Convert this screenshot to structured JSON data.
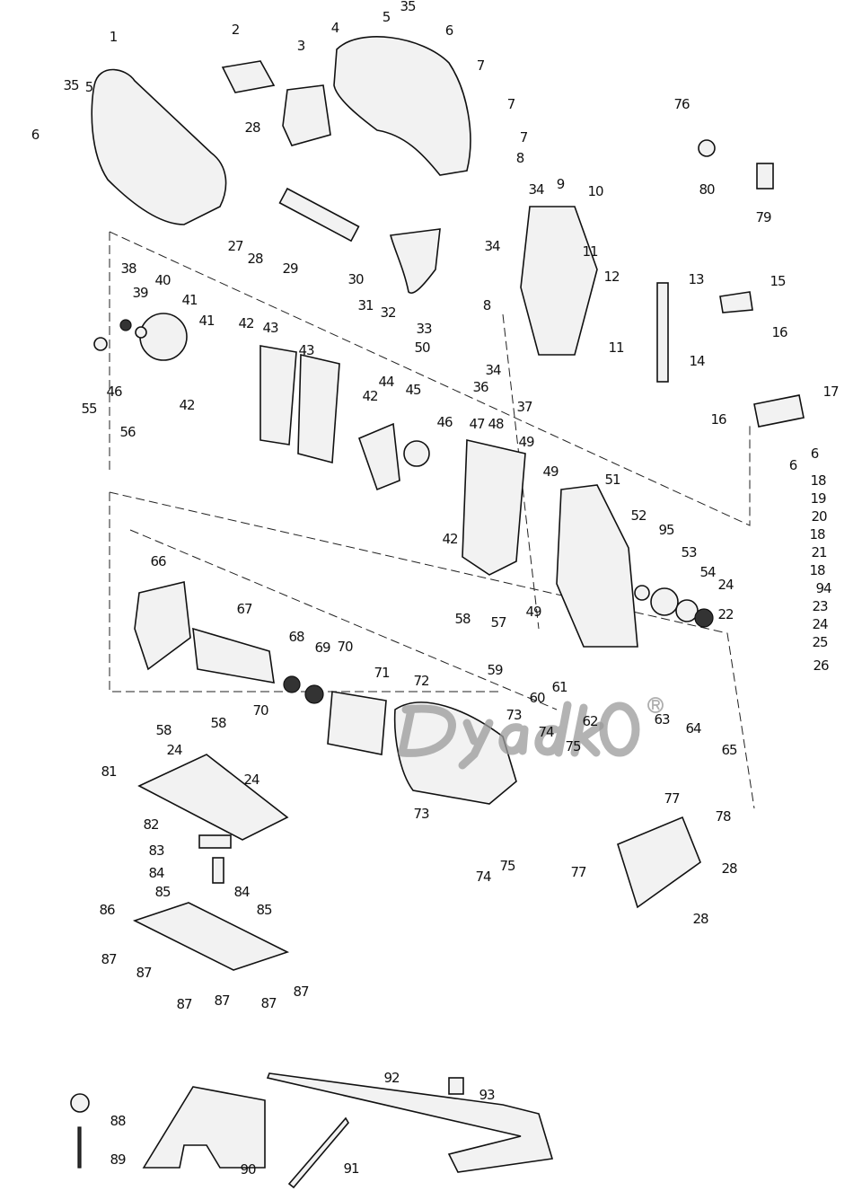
{
  "diagram": {
    "type": "exploded-parts-diagram",
    "watermark": "DyadkO",
    "watermark_mark": "®",
    "callouts": [
      "1",
      "2",
      "3",
      "4",
      "5",
      "35",
      "6",
      "7",
      "7",
      "7",
      "35",
      "5",
      "6",
      "28",
      "27",
      "28",
      "29",
      "30",
      "31",
      "32",
      "33",
      "8",
      "34",
      "9",
      "10",
      "34",
      "11",
      "12",
      "8",
      "50",
      "11",
      "34",
      "36",
      "37",
      "13",
      "15",
      "16",
      "14",
      "16",
      "17",
      "6",
      "6",
      "38",
      "39",
      "40",
      "41",
      "41",
      "42",
      "43",
      "43",
      "42",
      "44",
      "45",
      "42",
      "55",
      "46",
      "56",
      "46",
      "47",
      "48",
      "49",
      "49",
      "42",
      "49",
      "51",
      "52",
      "95",
      "53",
      "54",
      "18",
      "19",
      "20",
      "18",
      "21",
      "18",
      "94",
      "23",
      "24",
      "24",
      "22",
      "25",
      "26",
      "66",
      "67",
      "68",
      "69",
      "70",
      "71",
      "72",
      "58",
      "57",
      "59",
      "60",
      "61",
      "62",
      "63",
      "64",
      "65",
      "73",
      "74",
      "75",
      "70",
      "58",
      "58",
      "24",
      "24",
      "81",
      "82",
      "83",
      "84",
      "85",
      "84",
      "85",
      "86",
      "87",
      "87",
      "87",
      "87",
      "87",
      "87",
      "73",
      "74",
      "75",
      "77",
      "77",
      "78",
      "28",
      "28",
      "76",
      "80",
      "79",
      "88",
      "89",
      "90",
      "91",
      "92",
      "93"
    ]
  }
}
